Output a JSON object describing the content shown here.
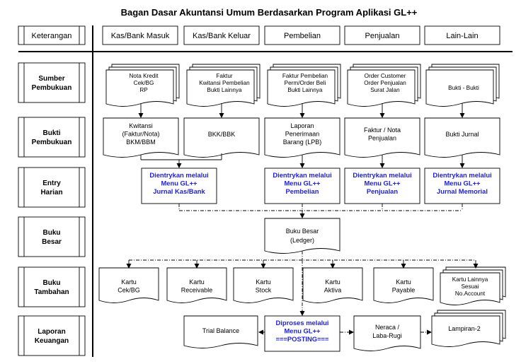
{
  "title": "Bagan Dasar Akuntansi Umum Berdasarkan Program Aplikasi  GL++",
  "header": {
    "keterangan": "Keterangan",
    "columns": [
      "Kas/Bank Masuk",
      "Kas/Bank Keluar",
      "Pembelian",
      "Penjualan",
      "Lain-Lain"
    ]
  },
  "rows": [
    [
      "Sumber",
      "Pembukuan"
    ],
    [
      "Bukti",
      "Pembukuan"
    ],
    [
      "Entry",
      "Harian"
    ],
    [
      "Buku",
      "Besar"
    ],
    [
      "Buku",
      "Tambahan"
    ],
    [
      "Laporan",
      "Keuangan"
    ]
  ],
  "sumber": [
    [
      "Nota Kredit",
      "Cek/BG",
      "RP"
    ],
    [
      "Faktur",
      "Kwitansi Pembelian",
      "Bukti Lainnya"
    ],
    [
      "Faktur Pembelian",
      "Perm/Order Beli",
      "Bukti Lainnya"
    ],
    [
      "Order Customer",
      "Order Penjualan",
      "Surat Jalan"
    ],
    [
      "Bukti - Bukti"
    ]
  ],
  "bukti": [
    [
      "Kwitansi",
      "(Faktur/Nota)",
      "BKM/BBM"
    ],
    [
      "BKK/BBK"
    ],
    [
      "Laporan",
      "Penerimaan",
      "Barang (LPB)"
    ],
    [
      "Faktur / Nota",
      "Penjualan"
    ],
    [
      "Bukti Jurnal"
    ]
  ],
  "entry": [
    [
      "Dientrykan melalui",
      "Menu GL++",
      "Jurnal Kas/Bank"
    ],
    [
      "Dientrykan melalui",
      "Menu GL++",
      "Pembelian"
    ],
    [
      "Dientrykan melalui",
      "Menu GL++",
      "Penjualan"
    ],
    [
      "Dientrykan melalui",
      "Menu GL++",
      "Jurnal Memorial"
    ]
  ],
  "buku_besar": [
    "Buku Besar",
    "(Ledger)"
  ],
  "tambahan": [
    [
      "Kartu",
      "Cek/BG"
    ],
    [
      "Kartu",
      "Receivable"
    ],
    [
      "Kartu",
      "Stock"
    ],
    [
      "Kartu",
      "Aktiva"
    ],
    [
      "Kartu",
      "Payable"
    ],
    [
      "Kartu Lainnya",
      "Sesuai",
      "No.Account"
    ]
  ],
  "laporan": {
    "trial": [
      "Trial Balance"
    ],
    "posting": [
      "Diproses melalui",
      "Menu GL++",
      "===POSTING==="
    ],
    "neraca": [
      "Neraca /",
      "Laba-Rugi"
    ],
    "lampiran": [
      "Lampiran-2"
    ]
  }
}
